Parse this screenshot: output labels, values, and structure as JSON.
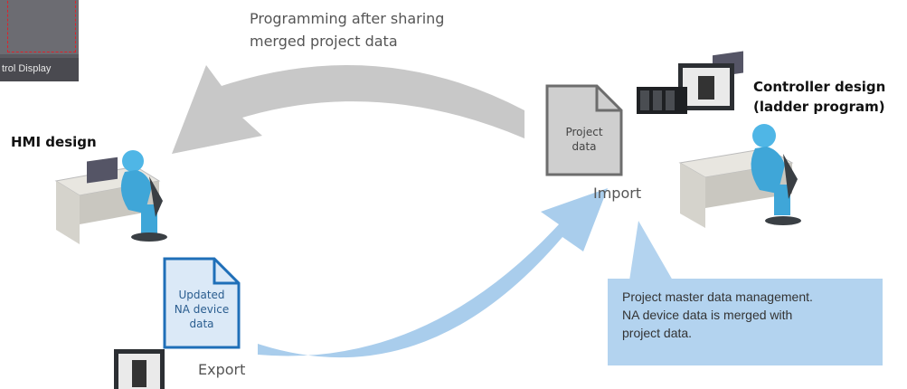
{
  "thumbnail": {
    "label": "trol Display"
  },
  "sharing_caption": [
    "Programming after sharing",
    "merged project data"
  ],
  "hmi_title": "HMI design",
  "controller_title": [
    "Controller design",
    "(ladder program)"
  ],
  "project_doc": [
    "Project",
    "data"
  ],
  "updated_doc": [
    "Updated",
    "NA device",
    "data"
  ],
  "import_label": "Import",
  "export_label": "Export",
  "callout": [
    "Project master data management.",
    "NA device data is merged with",
    "project data."
  ],
  "colors": {
    "gray_arrow": "#c8c8c8",
    "blue_arrow": "#a9cdec",
    "callout_bg": "#b3d3ef",
    "doc_blue_border": "#1f6fb8",
    "doc_gray": "#cfcfcf"
  }
}
